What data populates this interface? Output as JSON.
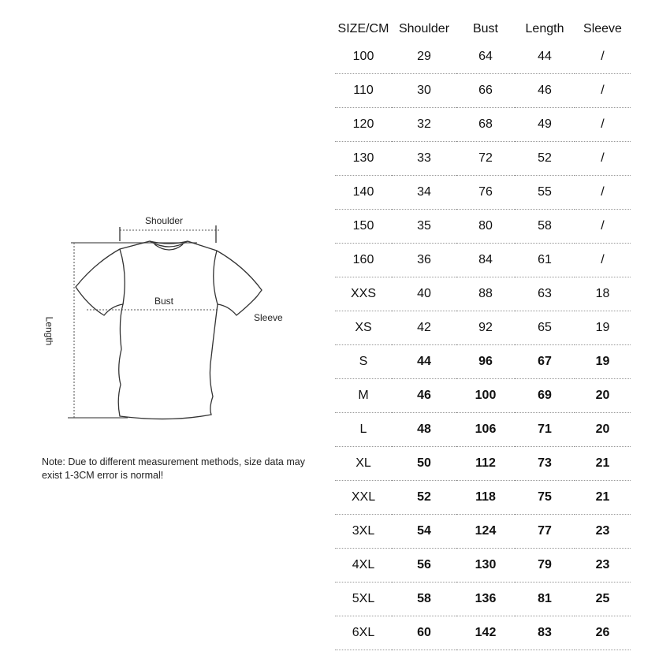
{
  "diagram": {
    "labels": {
      "shoulder": "Shoulder",
      "bust": "Bust",
      "sleeve": "Sleeve",
      "length": "Length"
    },
    "icon": "tshirt-outline-icon"
  },
  "note": "Note: Due to different measurement methods, size data may exist 1-3CM error is normal!",
  "table": {
    "headers": [
      "SIZE/CM",
      "Shoulder",
      "Bust",
      "Length",
      "Sleeve"
    ],
    "rows": [
      [
        "100",
        "29",
        "64",
        "44",
        "/"
      ],
      [
        "110",
        "30",
        "66",
        "46",
        "/"
      ],
      [
        "120",
        "32",
        "68",
        "49",
        "/"
      ],
      [
        "130",
        "33",
        "72",
        "52",
        "/"
      ],
      [
        "140",
        "34",
        "76",
        "55",
        "/"
      ],
      [
        "150",
        "35",
        "80",
        "58",
        "/"
      ],
      [
        "160",
        "36",
        "84",
        "61",
        "/"
      ],
      [
        "XXS",
        "40",
        "88",
        "63",
        "18"
      ],
      [
        "XS",
        "42",
        "92",
        "65",
        "19"
      ],
      [
        "S",
        "44",
        "96",
        "67",
        "19"
      ],
      [
        "M",
        "46",
        "100",
        "69",
        "20"
      ],
      [
        "L",
        "48",
        "106",
        "71",
        "20"
      ],
      [
        "XL",
        "50",
        "112",
        "73",
        "21"
      ],
      [
        "XXL",
        "52",
        "118",
        "75",
        "21"
      ],
      [
        "3XL",
        "54",
        "124",
        "77",
        "23"
      ],
      [
        "4XL",
        "56",
        "130",
        "79",
        "23"
      ],
      [
        "5XL",
        "58",
        "136",
        "81",
        "25"
      ],
      [
        "6XL",
        "60",
        "142",
        "83",
        "26"
      ]
    ]
  }
}
